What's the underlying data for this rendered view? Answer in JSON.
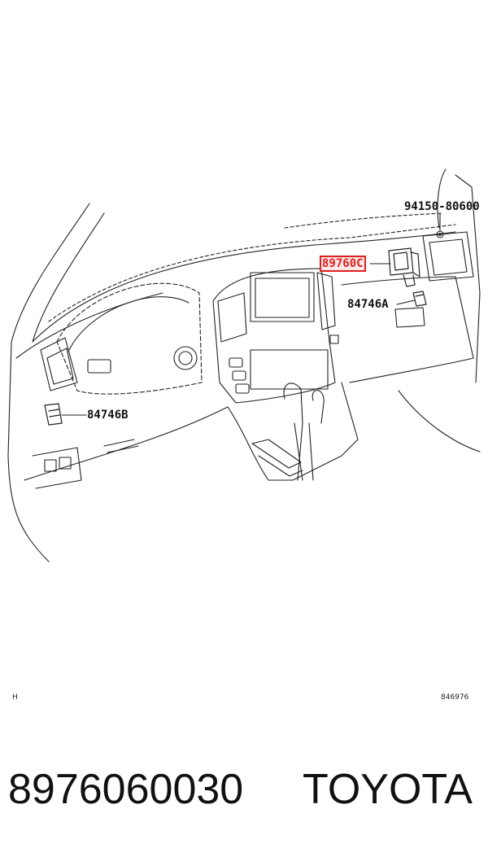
{
  "labels": {
    "part_94150": "94150-80600",
    "part_89760c": "89760C",
    "part_84746a": "84746A",
    "part_84746b": "84746B"
  },
  "footer": {
    "left_mark": "H",
    "right_code": "846976"
  },
  "caption": {
    "part_number": "8976060030",
    "brand": "TOYOTA"
  },
  "colors": {
    "highlight": "#e02020",
    "line": "#222222"
  }
}
